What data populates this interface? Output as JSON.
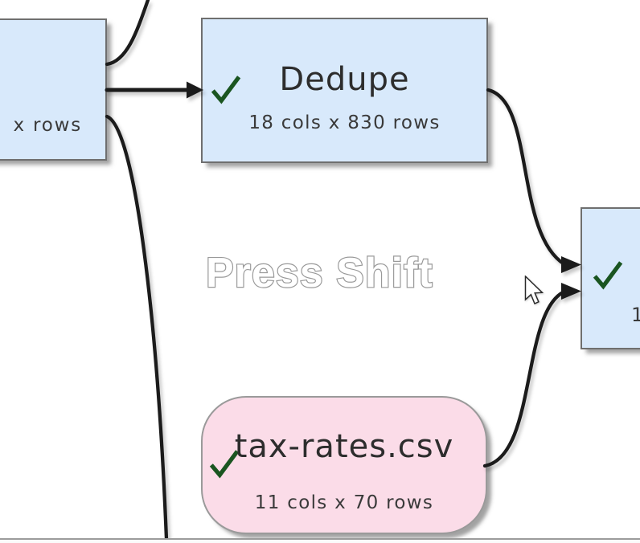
{
  "hint_overlay": {
    "text": "Press Shift"
  },
  "nodes": {
    "left_partial": {
      "subtitle_fragment": "x rows",
      "fill": "#d8e9fb",
      "type": "transform-node-partially-offscreen-left"
    },
    "dedupe": {
      "title": "Dedupe",
      "subtitle": "18 cols x 830 rows",
      "fill": "#d8e9fb",
      "status_icon": "check-icon"
    },
    "right_partial": {
      "subtitle_fragment": "1",
      "fill": "#d8e9fb",
      "status_icon": "check-icon",
      "type": "transform-node-partially-offscreen-right"
    },
    "tax_rates": {
      "title": "tax-rates.csv",
      "subtitle": "11 cols x 70 rows",
      "fill": "#fbdce8",
      "status_icon": "check-icon"
    }
  },
  "connectors": [
    {
      "from": "left_partial",
      "to": "offscreen-top",
      "arrow": false
    },
    {
      "from": "left_partial",
      "to": "dedupe",
      "arrow": true
    },
    {
      "from": "left_partial",
      "to": "offscreen-bottom",
      "arrow": false
    },
    {
      "from": "dedupe",
      "to": "right_partial",
      "arrow": true
    },
    {
      "from": "tax_rates",
      "to": "right_partial",
      "arrow": true
    }
  ],
  "cursor": {
    "icon": "arrow-cursor"
  },
  "colors": {
    "canvas_bg": "#ffffff",
    "node_blue": "#d8e9fb",
    "node_pink": "#fbdce8",
    "node_border": "#6f6f6f",
    "connector": "#1b1b1b",
    "check_green": "#1a5520",
    "hint_fill": "#ffffff",
    "hint_outline": "#999999",
    "title_text": "#2d2d2d",
    "subtitle_text": "#3a3a3a",
    "bottom_edge": "#9b9b9b"
  }
}
